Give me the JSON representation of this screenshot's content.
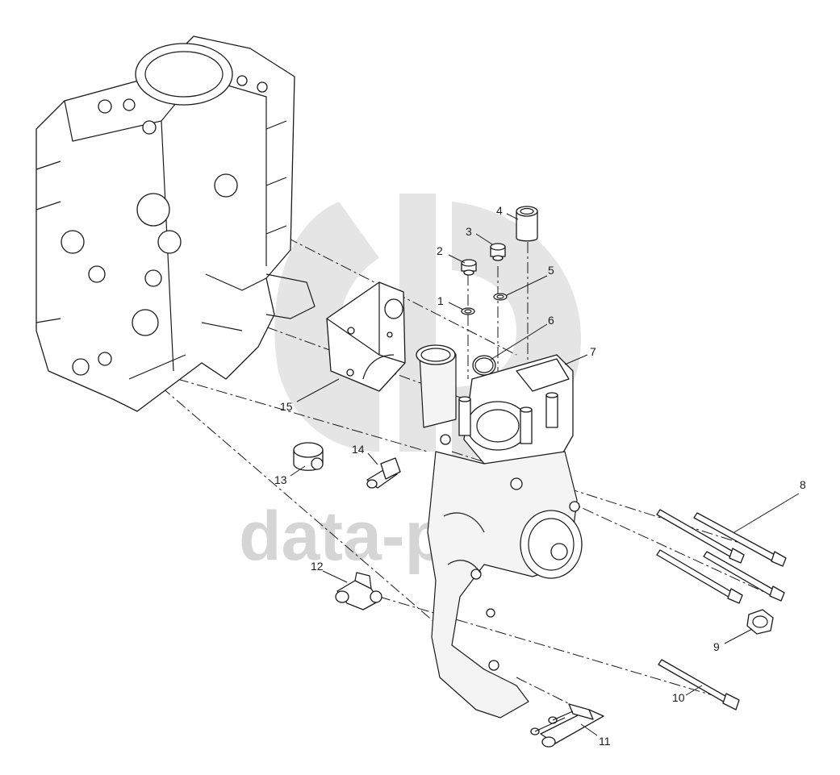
{
  "watermark": {
    "text": "data-parts",
    "color": "#8a8a8a"
  },
  "callouts": [
    "1",
    "2",
    "3",
    "4",
    "5",
    "6",
    "7",
    "8",
    "9",
    "10",
    "11",
    "12",
    "13",
    "14",
    "15"
  ],
  "colors": {
    "line": "#1a1a1a",
    "background": "#ffffff"
  }
}
